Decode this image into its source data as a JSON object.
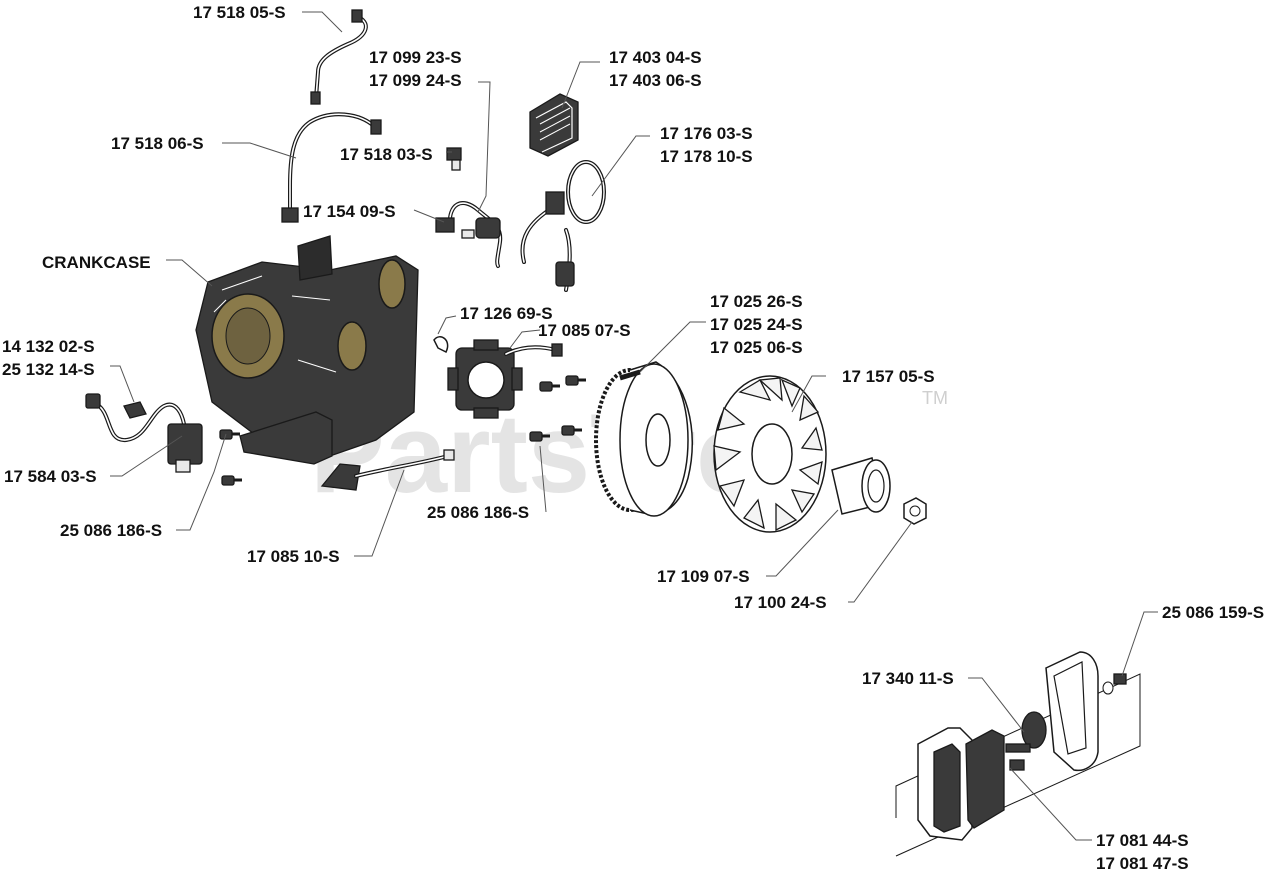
{
  "watermark": {
    "text": "PartsTree",
    "tm": "TM"
  },
  "labels": [
    {
      "id": "l1",
      "text": "17 518 05-S"
    },
    {
      "id": "l2",
      "text": "17 099 23-S"
    },
    {
      "id": "l3",
      "text": "17 099 24-S"
    },
    {
      "id": "l4",
      "text": "17 403 04-S"
    },
    {
      "id": "l5",
      "text": "17 403 06-S"
    },
    {
      "id": "l6",
      "text": "17 176 03-S"
    },
    {
      "id": "l7",
      "text": "17 178 10-S"
    },
    {
      "id": "l8",
      "text": "17 518 06-S"
    },
    {
      "id": "l9",
      "text": "17 518 03-S"
    },
    {
      "id": "l10",
      "text": "17 154 09-S"
    },
    {
      "id": "l11",
      "text": "CRANKCASE"
    },
    {
      "id": "l12",
      "text": "17 126 69-S"
    },
    {
      "id": "l13",
      "text": "17 085 07-S"
    },
    {
      "id": "l14",
      "text": "17 025 26-S"
    },
    {
      "id": "l15",
      "text": "17 025 24-S"
    },
    {
      "id": "l16",
      "text": "17 025 06-S"
    },
    {
      "id": "l17",
      "text": "14 132 02-S"
    },
    {
      "id": "l18",
      "text": "25 132 14-S"
    },
    {
      "id": "l19",
      "text": "17 157 05-S"
    },
    {
      "id": "l20",
      "text": "17 584 03-S"
    },
    {
      "id": "l21",
      "text": "25 086 186-S"
    },
    {
      "id": "l22",
      "text": "25 086 186-S"
    },
    {
      "id": "l23",
      "text": "17 085 10-S"
    },
    {
      "id": "l24",
      "text": "17 109 07-S"
    },
    {
      "id": "l25",
      "text": "17 100 24-S"
    },
    {
      "id": "l26",
      "text": "25 086 159-S"
    },
    {
      "id": "l27",
      "text": "17 340 11-S"
    },
    {
      "id": "l28",
      "text": "17 081 44-S"
    },
    {
      "id": "l29",
      "text": "17 081 47-S"
    }
  ]
}
